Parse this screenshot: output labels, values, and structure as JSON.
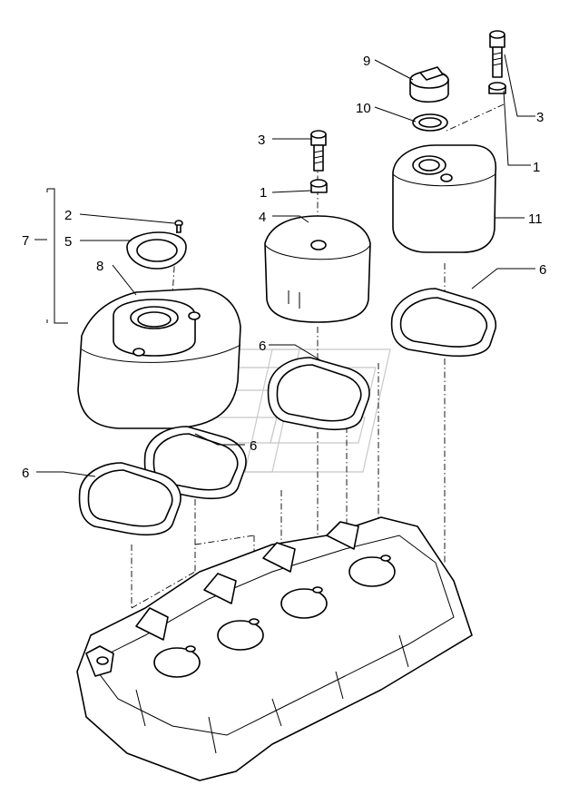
{
  "diagram": {
    "callouts": {
      "label_9": "9",
      "label_10": "10",
      "label_3_top": "3",
      "label_1_top": "1",
      "label_11": "11",
      "label_3_mid": "3",
      "label_1_mid": "1",
      "label_4": "4",
      "label_2": "2",
      "label_7": "7",
      "label_5": "5",
      "label_8": "8",
      "label_6_right": "6",
      "label_6_center": "6",
      "label_6_left_upper": "6",
      "label_6_left": "6"
    },
    "parts": [
      "bolt",
      "washer",
      "cover",
      "gasket",
      "oil-filler-cap",
      "o-ring",
      "breather-cover",
      "cylinder-head",
      "screw",
      "retaining-plate"
    ]
  }
}
